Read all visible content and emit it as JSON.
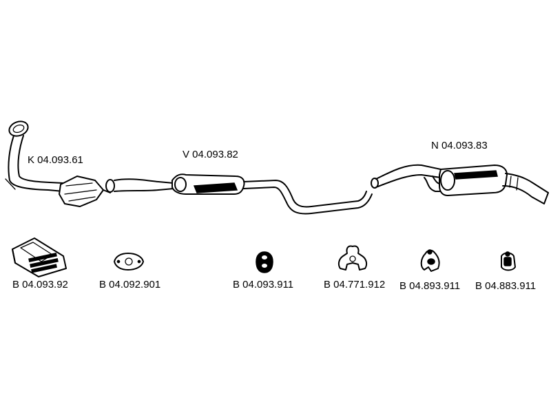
{
  "parts": {
    "catalytic_converter": {
      "code": "K 04.093.61"
    },
    "front_silencer": {
      "code": "V 04.093.82"
    },
    "rear_silencer": {
      "code": "N 04.093.83"
    }
  },
  "mounting_parts": [
    {
      "code": "B 04.093.92"
    },
    {
      "code": "B 04.092.901"
    },
    {
      "code": "B 04.093.911"
    },
    {
      "code": "B 04.771.912"
    },
    {
      "code": "B 04.893.911"
    },
    {
      "code": "B 04.883.911"
    }
  ]
}
